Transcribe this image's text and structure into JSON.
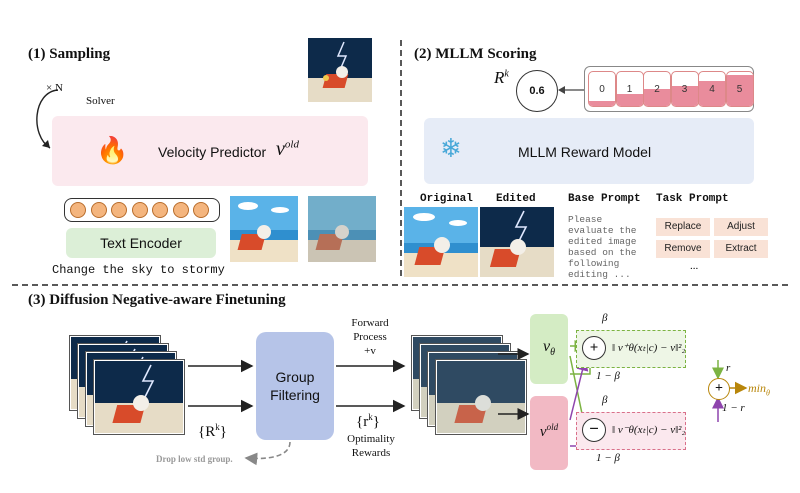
{
  "section1": {
    "title": "(1) Sampling",
    "loop_label": "× N",
    "solver_label": "Solver",
    "velocity_label": "Velocity Predictor",
    "velocity_symbol": "v",
    "velocity_sup": "old",
    "text_encoder_label": "Text Encoder",
    "prompt_text": "Change the sky to stormy",
    "token_count": 7,
    "colors": {
      "velocity_box": "#fbe9ee",
      "encoder_box": "#dcefd7",
      "token": "#f4b57e"
    }
  },
  "section2": {
    "title": "(2) MLLM Scoring",
    "reward_symbol": "R",
    "reward_sup": "k",
    "score_value": "0.6",
    "score_levels": [
      {
        "label": "0",
        "fill": 0.15
      },
      {
        "label": "1",
        "fill": 0.35
      },
      {
        "label": "2",
        "fill": 0.5
      },
      {
        "label": "3",
        "fill": 0.6
      },
      {
        "label": "4",
        "fill": 0.75
      },
      {
        "label": "5",
        "fill": 0.9
      }
    ],
    "reward_model_label": "MLLM Reward Model",
    "col_original": "Original",
    "col_edited": "Edited",
    "col_base_prompt": "Base Prompt",
    "col_task_prompt": "Task Prompt",
    "base_prompt_text": "Please evaluate the edited image based on the following editing ...",
    "task_prompts": [
      "Replace",
      "Adjust",
      "Remove",
      "Extract"
    ],
    "task_more": "...",
    "colors": {
      "reward_box": "#e6ecf7",
      "task_cell": "#f9e2d6",
      "score_fill": "#e98c9c"
    }
  },
  "section3": {
    "title": "(3) Diffusion Negative-aware Finetuning",
    "group_filter_line1": "Group",
    "group_filter_line2": "Filtering",
    "reward_set": "{R",
    "reward_set_sup": "k",
    "reward_set_close": "}",
    "drop_note": "Drop low std group.",
    "forward_line1": "Forward",
    "forward_line2": "Process",
    "forward_line3": "+v",
    "opt_set": "{r",
    "opt_sup": "k",
    "opt_close": "}",
    "opt_line1": "Optimality",
    "opt_line2": "Rewards",
    "v_theta": "v",
    "v_theta_sub": "θ",
    "v_old": "v",
    "v_old_sup": "old",
    "beta": "β",
    "one_minus_beta": "1 − β",
    "loss_pos": "‖ v⁺θ(xₜ|c) − v‖²₂",
    "loss_neg": "‖ v⁻θ(xₜ|c) − v‖²₂",
    "r": "r",
    "one_minus_r": "1 − r",
    "objective": "min",
    "objective_sub": "θ",
    "colors": {
      "group_box": "#b6c4e8",
      "vtheta_box": "#d4ecc4",
      "vold_box": "#f2b9c4",
      "pos_box": "#eef6e6",
      "neg_box": "#fbe8ee",
      "objective": "#b8860b"
    }
  }
}
